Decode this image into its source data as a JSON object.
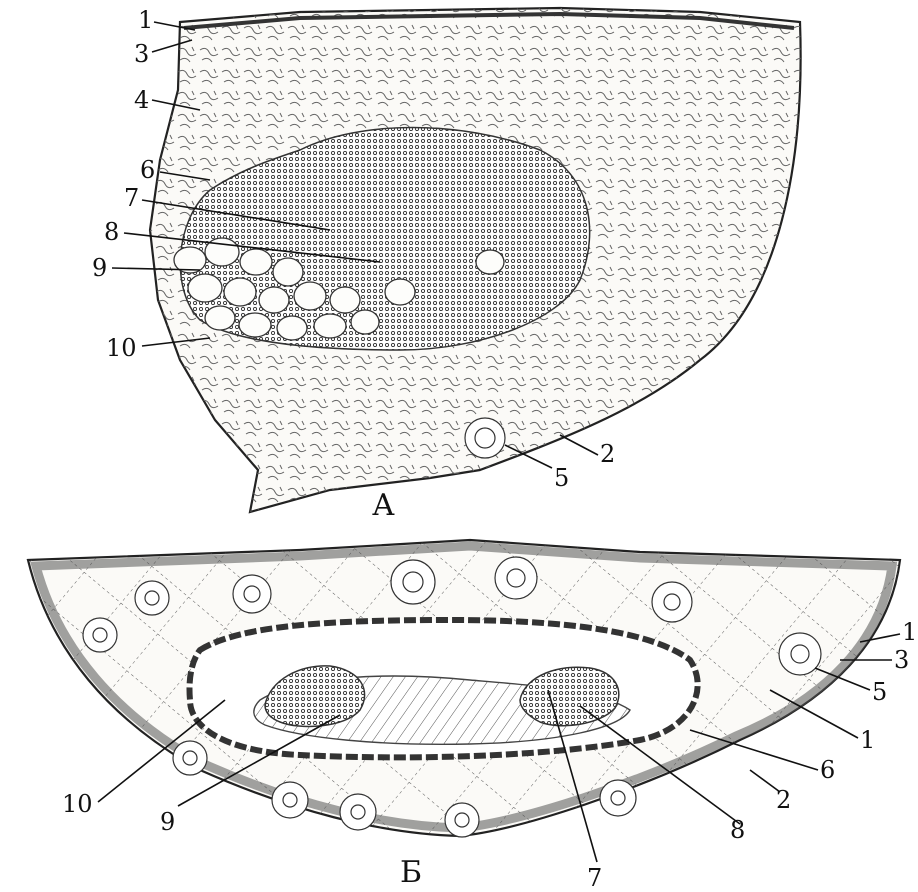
{
  "figure": {
    "panel_a": {
      "caption": "А",
      "labels": [
        "1",
        "3",
        "4",
        "6",
        "7",
        "8",
        "9",
        "10",
        "2",
        "5"
      ]
    },
    "panel_b": {
      "caption": "Б",
      "labels": [
        "1",
        "3",
        "5",
        "1",
        "6",
        "2",
        "8",
        "7",
        "9",
        "10"
      ]
    }
  }
}
